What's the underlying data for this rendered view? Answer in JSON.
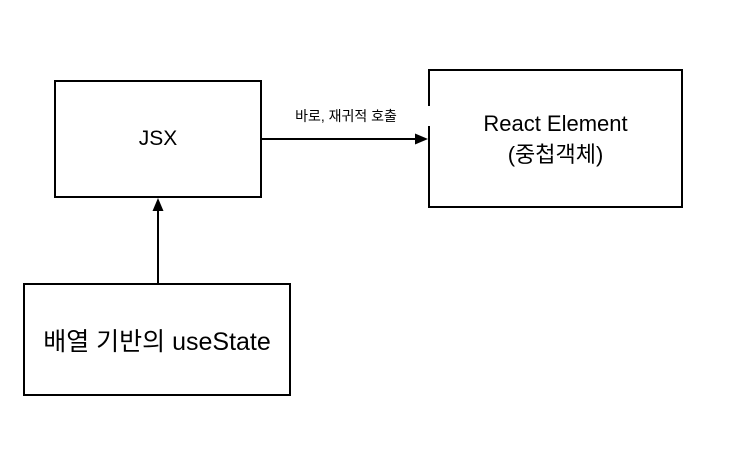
{
  "diagram": {
    "background_color": "#ffffff",
    "line_color": "#000000",
    "nodes": {
      "jsx": {
        "label": "JSX"
      },
      "react_element": {
        "label": "React Element",
        "sublabel": "(중첩객체)"
      },
      "usestate": {
        "label": "배열 기반의 useState"
      }
    },
    "edges": {
      "jsx_to_react_element": {
        "label": "바로, 재귀적 호출",
        "direction": "right"
      },
      "usestate_to_jsx": {
        "label": "",
        "direction": "up"
      }
    }
  }
}
